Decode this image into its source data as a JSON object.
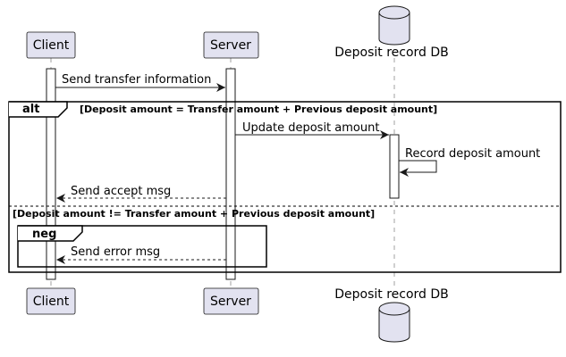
{
  "participants": {
    "client": "Client",
    "server": "Server",
    "db": "Deposit record DB"
  },
  "messages": {
    "send_transfer": "Send transfer information",
    "update_deposit": "Update deposit amount",
    "record_deposit": "Record deposit amount",
    "send_accept": "Send accept msg",
    "send_error": "Send error msg"
  },
  "fragments": {
    "alt": {
      "label": "alt",
      "guard": "[Deposit amount = Transfer amount + Previous deposit amount]",
      "else_guard": "[Deposit amount != Transfer amount + Previous deposit amount]"
    },
    "neg": {
      "label": "neg"
    }
  },
  "colors": {
    "participant_fill": "#e2e2f0",
    "participant_stroke": "#181818",
    "activation_fill": "#ffffff",
    "lifeline": "#a0a0a0",
    "line": "#181818"
  }
}
